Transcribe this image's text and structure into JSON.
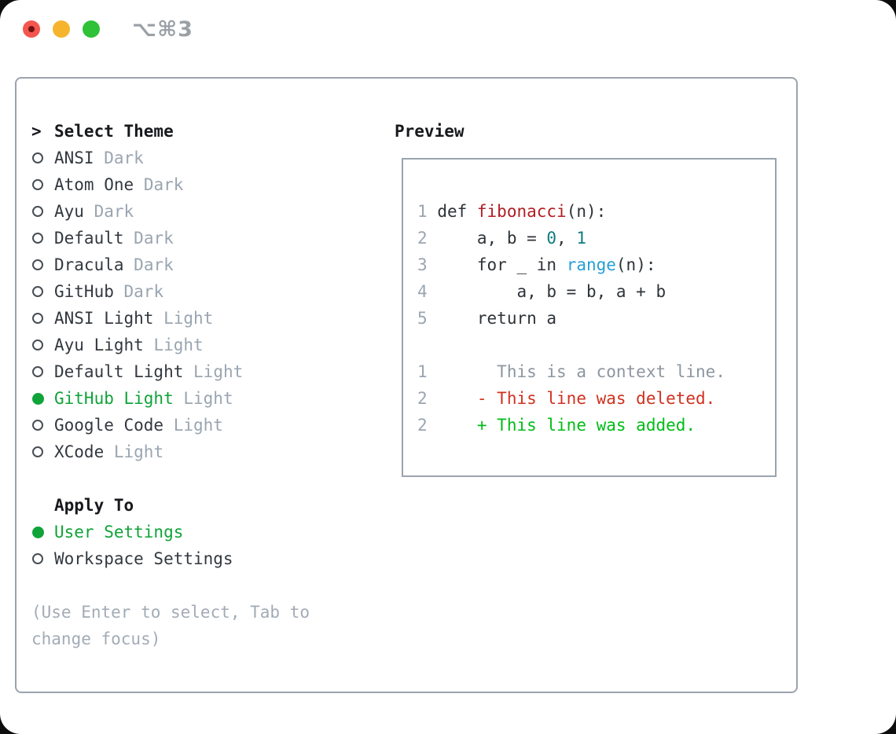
{
  "window": {
    "title": "⌥⌘3",
    "traffic_lights": [
      "close",
      "minimize",
      "zoom"
    ]
  },
  "theme_panel": {
    "prompt": ">",
    "title": "Select Theme",
    "themes": [
      {
        "name": "ANSI",
        "variant": "Dark",
        "selected": false
      },
      {
        "name": "Atom One",
        "variant": "Dark",
        "selected": false
      },
      {
        "name": "Ayu",
        "variant": "Dark",
        "selected": false
      },
      {
        "name": "Default",
        "variant": "Dark",
        "selected": false
      },
      {
        "name": "Dracula",
        "variant": "Dark",
        "selected": false
      },
      {
        "name": "GitHub",
        "variant": "Dark",
        "selected": false
      },
      {
        "name": "ANSI Light",
        "variant": "Light",
        "selected": false
      },
      {
        "name": "Ayu Light",
        "variant": "Light",
        "selected": false
      },
      {
        "name": "Default Light",
        "variant": "Light",
        "selected": false
      },
      {
        "name": "GitHub Light",
        "variant": "Light",
        "selected": true
      },
      {
        "name": "Google Code",
        "variant": "Light",
        "selected": false
      },
      {
        "name": "XCode",
        "variant": "Light",
        "selected": false
      }
    ],
    "apply_to": {
      "title": "Apply To",
      "options": [
        {
          "label": "User Settings",
          "selected": true
        },
        {
          "label": "Workspace Settings",
          "selected": false
        }
      ]
    },
    "hint": "(Use Enter to select, Tab to change focus)"
  },
  "preview": {
    "title": "Preview",
    "code_lines": [
      {
        "num": "1",
        "tokens": [
          {
            "t": "def ",
            "c": "plain"
          },
          {
            "t": "fibonacci",
            "c": "function"
          },
          {
            "t": "(n):",
            "c": "plain"
          }
        ]
      },
      {
        "num": "2",
        "tokens": [
          {
            "t": "    a, b = ",
            "c": "plain"
          },
          {
            "t": "0",
            "c": "number"
          },
          {
            "t": ", ",
            "c": "plain"
          },
          {
            "t": "1",
            "c": "number"
          }
        ]
      },
      {
        "num": "3",
        "tokens": [
          {
            "t": "    for _ in ",
            "c": "plain"
          },
          {
            "t": "range",
            "c": "builtin"
          },
          {
            "t": "(n):",
            "c": "plain"
          }
        ]
      },
      {
        "num": "4",
        "tokens": [
          {
            "t": "        a, b = b, a + b",
            "c": "plain"
          }
        ]
      },
      {
        "num": "5",
        "tokens": [
          {
            "t": "    return a",
            "c": "plain"
          }
        ]
      }
    ],
    "diff_lines": [
      {
        "num": "1",
        "type": "context",
        "text": "      This is a context line."
      },
      {
        "num": "2",
        "type": "deleted",
        "text": "    - This line was deleted."
      },
      {
        "num": "2",
        "type": "added",
        "text": "    + This line was added."
      }
    ]
  },
  "colors": {
    "panel_border": "#9aa3ae",
    "ink": "#33383f",
    "heading": "#17191c",
    "variant_muted": "#9aa5b1",
    "hint": "#a2abb6",
    "selected_green": "#10a33a",
    "line_number": "#9aa5b1",
    "code_text": "#2e3338",
    "function_red": "#b01e24",
    "number_teal": "#0e7b80",
    "builtin_blue": "#259fd6",
    "context_gray": "#8c96a0",
    "diff_deleted": "#d03220",
    "diff_added": "#00bd17",
    "window_title": "#9aa0a6",
    "light_red": "#f4564f",
    "light_red_dot": "#701210",
    "light_yellow": "#f6b42c",
    "light_green": "#2fc138"
  }
}
